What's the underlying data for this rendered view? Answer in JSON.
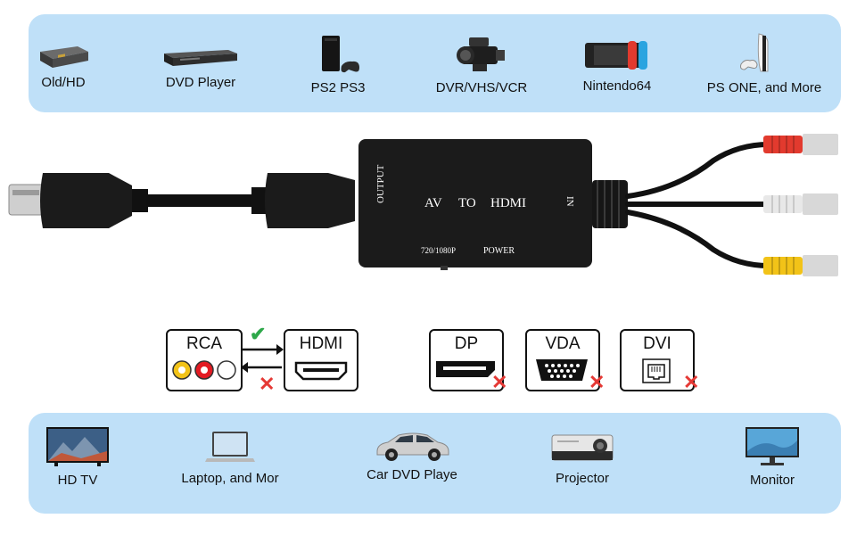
{
  "sources": [
    {
      "label": "Old/HD",
      "icon": "set-top-box-icon"
    },
    {
      "label": "DVD Player",
      "icon": "dvd-player-icon"
    },
    {
      "label": "PS2 PS3",
      "icon": "game-console-icon"
    },
    {
      "label": "DVR/VHS/VCR",
      "icon": "camcorder-icon"
    },
    {
      "label": "Nintendo64",
      "icon": "handheld-console-icon"
    },
    {
      "label": "PS ONE, and More",
      "icon": "ps5-console-icon"
    }
  ],
  "product": {
    "output_label": "OUTPUT",
    "av": "AV",
    "to": "TO",
    "hdmi": "HDMI",
    "in_label": "IN",
    "res_label": "720/1080P",
    "power_label": "POWER",
    "rca_colors": [
      "#e23a2e",
      "#e8e8e8",
      "#f2c318"
    ]
  },
  "compat": {
    "rca_label": "RCA",
    "hdmi_label": "HDMI",
    "dp_label": "DP",
    "vga_label": "VDA",
    "dvi_label": "DVI",
    "check_symbol": "✔",
    "x_symbol": "✕",
    "colors": {
      "yes": "#2ea84a",
      "no": "#e53935"
    }
  },
  "targets": [
    {
      "label": "HD TV",
      "icon": "tv-icon"
    },
    {
      "label": "Laptop, and Mor",
      "icon": "laptop-icon"
    },
    {
      "label": "Car DVD Playe",
      "icon": "car-icon"
    },
    {
      "label": "Projector",
      "icon": "projector-icon"
    },
    {
      "label": "Monitor",
      "icon": "monitor-icon"
    }
  ],
  "colors": {
    "panel": "#bfe0f8",
    "box": "#1b1b1b"
  }
}
